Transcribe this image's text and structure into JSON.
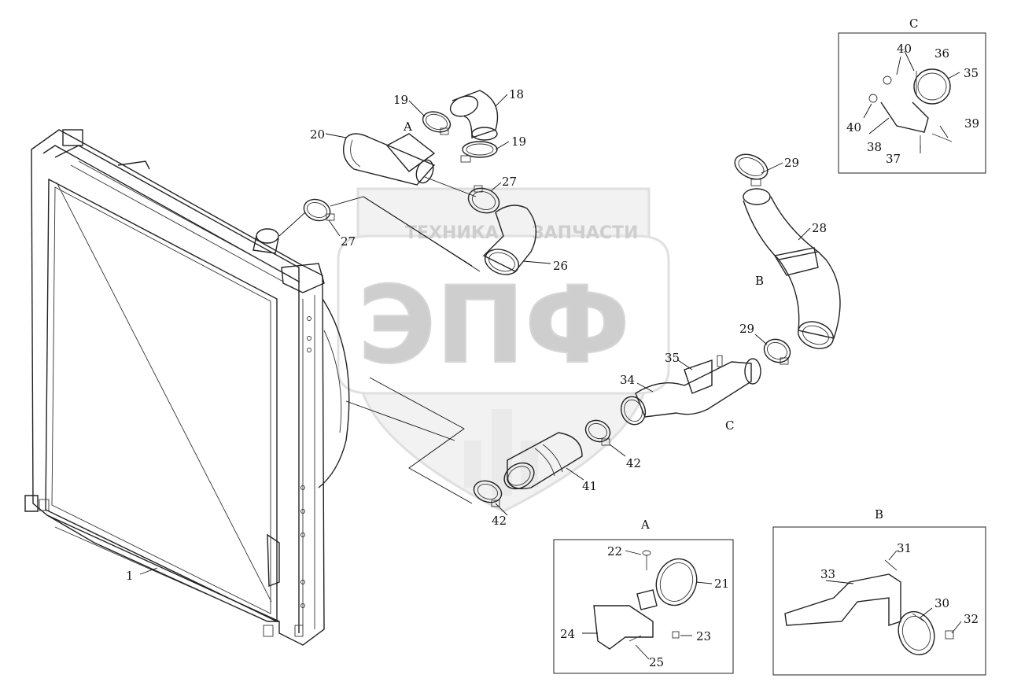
{
  "watermark": {
    "top_text_left": "ТЕХНИКА",
    "top_text_right": "ЗАПЧАСТИ",
    "big_text": "ЭПФ"
  },
  "callouts": {
    "c1": "1",
    "c18": "18",
    "c19a": "19",
    "c19b": "19",
    "c20": "20",
    "c26": "26",
    "c27a": "27",
    "c27b": "27",
    "c28": "28",
    "c29a": "29",
    "c29b": "29",
    "c34": "34",
    "c35": "35",
    "c41": "41",
    "c42a": "42",
    "c42b": "42",
    "c21": "21",
    "c22": "22",
    "c23": "23",
    "c24": "24",
    "c25": "25",
    "c30": "30",
    "c31": "31",
    "c32": "32",
    "c33": "33",
    "c35d": "35",
    "c36": "36",
    "c37": "37",
    "c38": "38",
    "c39": "39",
    "c40a": "40",
    "c40b": "40"
  },
  "view_markers": {
    "a_on_hose": "A",
    "b_on_hose": "B",
    "c_on_pipe": "C",
    "detail_a_title": "A",
    "detail_b_title": "B",
    "detail_c_title": "C"
  }
}
